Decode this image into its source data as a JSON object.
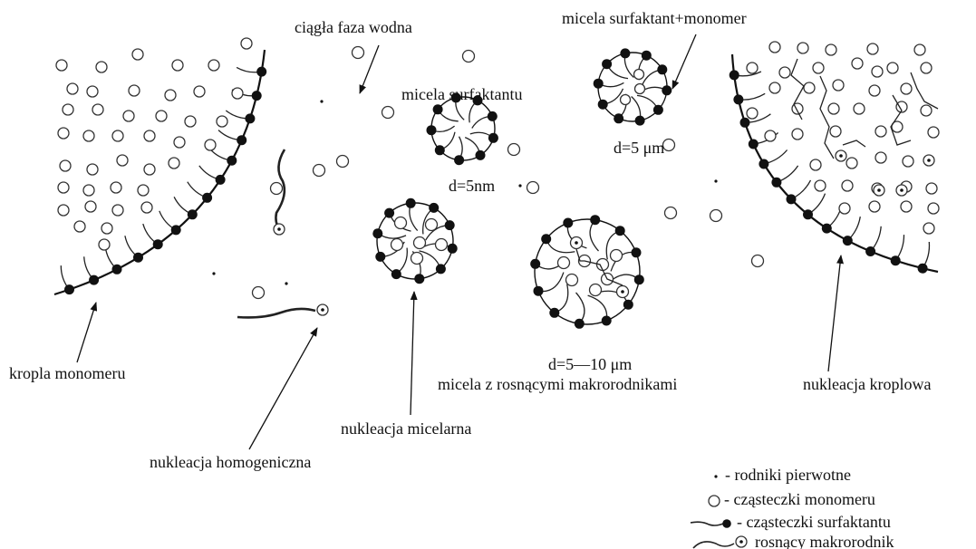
{
  "labels": {
    "continuous_phase": "ciągła faza wodna",
    "surfactant_micelle": "micela surfaktantu",
    "surfactant_monomer_micelle": "micela surfaktant+monomer",
    "d_5nm": "d=5nm",
    "d_5um": "d=5 μm",
    "d_5_10um": "d=5—10 μm",
    "monomer_droplet": "kropla monomeru",
    "micelle_growing_radicals": "micela z rosnącymi makrorodnikami",
    "droplet_nucleation": "nukleacja kroplowa",
    "micellar_nucleation": "nukleacja micelarna",
    "homogeneous_nucleation": "nukleacja homogeniczna"
  },
  "legend": [
    {
      "symbol": "primary-radical",
      "text": "- rodniki pierwotne"
    },
    {
      "symbol": "monomer-molecule",
      "text": "- cząsteczki monomeru"
    },
    {
      "symbol": "surfactant-molecule",
      "text": "- cząsteczki surfaktantu"
    },
    {
      "symbol": "growing-macroradical",
      "text": "rosnący makrorodnik"
    }
  ]
}
